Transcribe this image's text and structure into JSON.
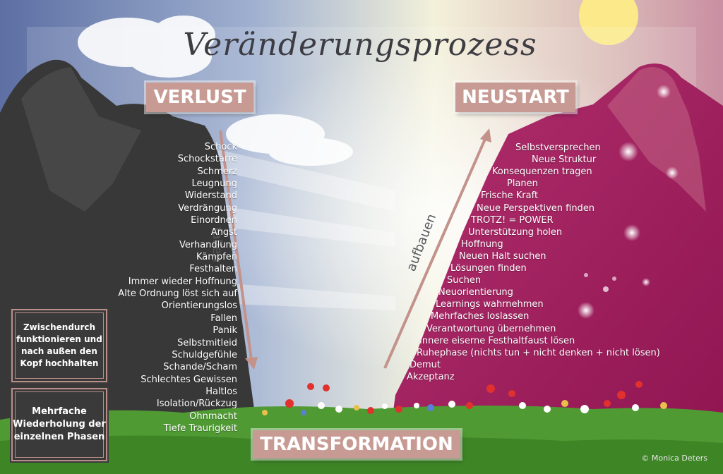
{
  "title": "Veränderungsprozess",
  "labels": {
    "verlust": "VERLUST",
    "neustart": "NEUSTART",
    "transformation": "TRANSFORMATION",
    "fallen": "fallen",
    "aufbauen": "aufbauen"
  },
  "left_list": [
    "Schock",
    "Schockstarre",
    "Schmerz",
    "Leugnung",
    "Widerstand",
    "Verdrängung",
    "Einordnen",
    "Angst",
    "Verhandlung",
    "Kämpfen",
    "Festhalten",
    "Immer wieder Hoffnung",
    "Alte Ordnung löst sich auf",
    "Orientierungslos",
    "Fallen",
    "Panik",
    "Selbstmitleid",
    "Schuldgefühle",
    "Schande/Scham",
    "Schlechtes Gewissen",
    "Haltlos",
    "Isolation/Rückzug",
    "Ohnmacht",
    "Tiefe Traurigkeit"
  ],
  "right_list": [
    "Selbstversprechen",
    "Neue Struktur",
    "Konsequenzen tragen",
    "Planen",
    "Frische Kraft",
    "Neue Perspektiven finden",
    "TROTZ! = POWER",
    "Unterstützung holen",
    "Hoffnung",
    "Neuen Halt suchen",
    "Lösungen finden",
    "Suchen",
    "Neuorientierung",
    "Learnings wahrnehmen",
    "Mehrfaches loslassen",
    "Verantwortung übernehmen",
    "Innere eiserne Festhaltfaust lösen",
    "Ruhephase (nichts tun + nicht denken + nicht lösen)",
    "Demut",
    "Akzeptanz"
  ],
  "box1": "Zwischendurch funktionieren und nach außen den Kopf hochhalten",
  "box2": "Mehrfache Wiederholung der einzelnen Phasen",
  "copyright": "© Monica Deters",
  "colors": {
    "dark_mountain": "#383838",
    "magenta_mountain": "#a81c5e",
    "label_bg": "#c79b94",
    "arrow": "#c2928b",
    "grass": "#4f9a33",
    "sun": "#fbe98a"
  }
}
